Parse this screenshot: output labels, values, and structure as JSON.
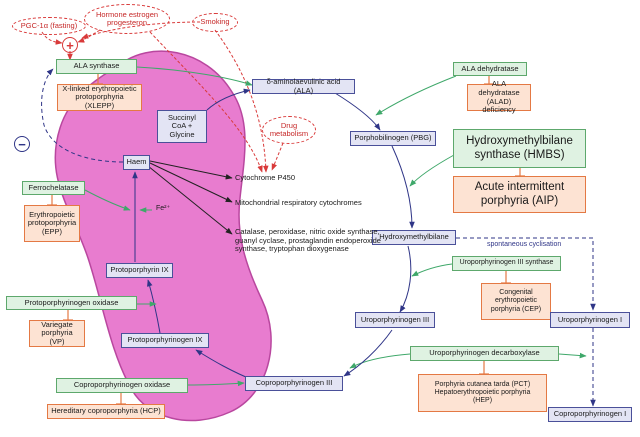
{
  "colors": {
    "enzyme_fill": "#dff2e2",
    "enzyme_border": "#5da86c",
    "disease_fill": "#fde3d3",
    "disease_border": "#e47944",
    "metabolite_fill": "#e3e4f4",
    "metabolite_border": "#4a5099",
    "mitochondrion": "#e87ccf",
    "regulator": "#d93a3a",
    "pathway_arrow": "#2f3587",
    "enzyme_arrow": "#3fa86a"
  },
  "regulators": {
    "pgc1a": "PGC-1α (fasting)",
    "hormone": "Hormone estrogen progesteron",
    "smoking": "Smoking",
    "drug": "Drug metabolism",
    "plus": "+",
    "minus": "−"
  },
  "enzymes": {
    "ala_synthase": "ALA synthase",
    "ala_dehydratase": "ALA dehydratase",
    "hmbs": "Hydroxymethylbilane synthase (HMBS)",
    "uro3_synthase": "Uroporphyrinogen III synthase",
    "uro_decarboxylase": "Uroporphyrinogen decarboxylase",
    "copro_oxidase": "Coproporphyrinogen oxidase",
    "proto_oxidase": "Protoporphyrinogen oxidase",
    "ferrochelatase": "Ferrochelatase"
  },
  "diseases": {
    "xlepp": "X-linked erythropoietic protoporphyria (XLEPP)",
    "alad": "ALA dehydratase (ALAD) deficiency",
    "aip": "Acute intermittent porphyria (AIP)",
    "cep": "Congenital erythropoietic porphyria (CEP)",
    "pct": "Porphyria cutanea tarda (PCT) Hepatoerythropoietic porphyria (HEP)",
    "hcp": "Hereditary coproporphyria (HCP)",
    "vp": "Variegate porphyria (VP)",
    "epp": "Erythropoietic protoporphyria (EPP)"
  },
  "metabolites": {
    "succinyl": "Succinyl CoA + Glycine",
    "ala": "δ-aminolaevulinic acid (ALA)",
    "pbg": "Porphobilinogen (PBG)",
    "hmb": "Hydroxymethylbilane",
    "uro3": "Uroporphyrinogen III",
    "uro1": "Uroporphyrinogen I",
    "copro3": "Coproporphyrinogen III",
    "copro1": "Coproporphyrinogen I",
    "protogen9": "Protoporphyrinogen IX",
    "proto9": "Protoporphyrin IX",
    "haem": "Haem"
  },
  "labels": {
    "fe": "Fe²⁺",
    "spontaneous": "spontaneous cyclisation",
    "cyp450": "Cytochrome P450",
    "mito_cyto": "Mitochondrial respiratory cytochromes",
    "others": "Catalase, peroxidase, nitric oxide synthase, guanyl cyclase, prostaglandin endoperoxide synthase, tryptophan dioxygenase"
  }
}
